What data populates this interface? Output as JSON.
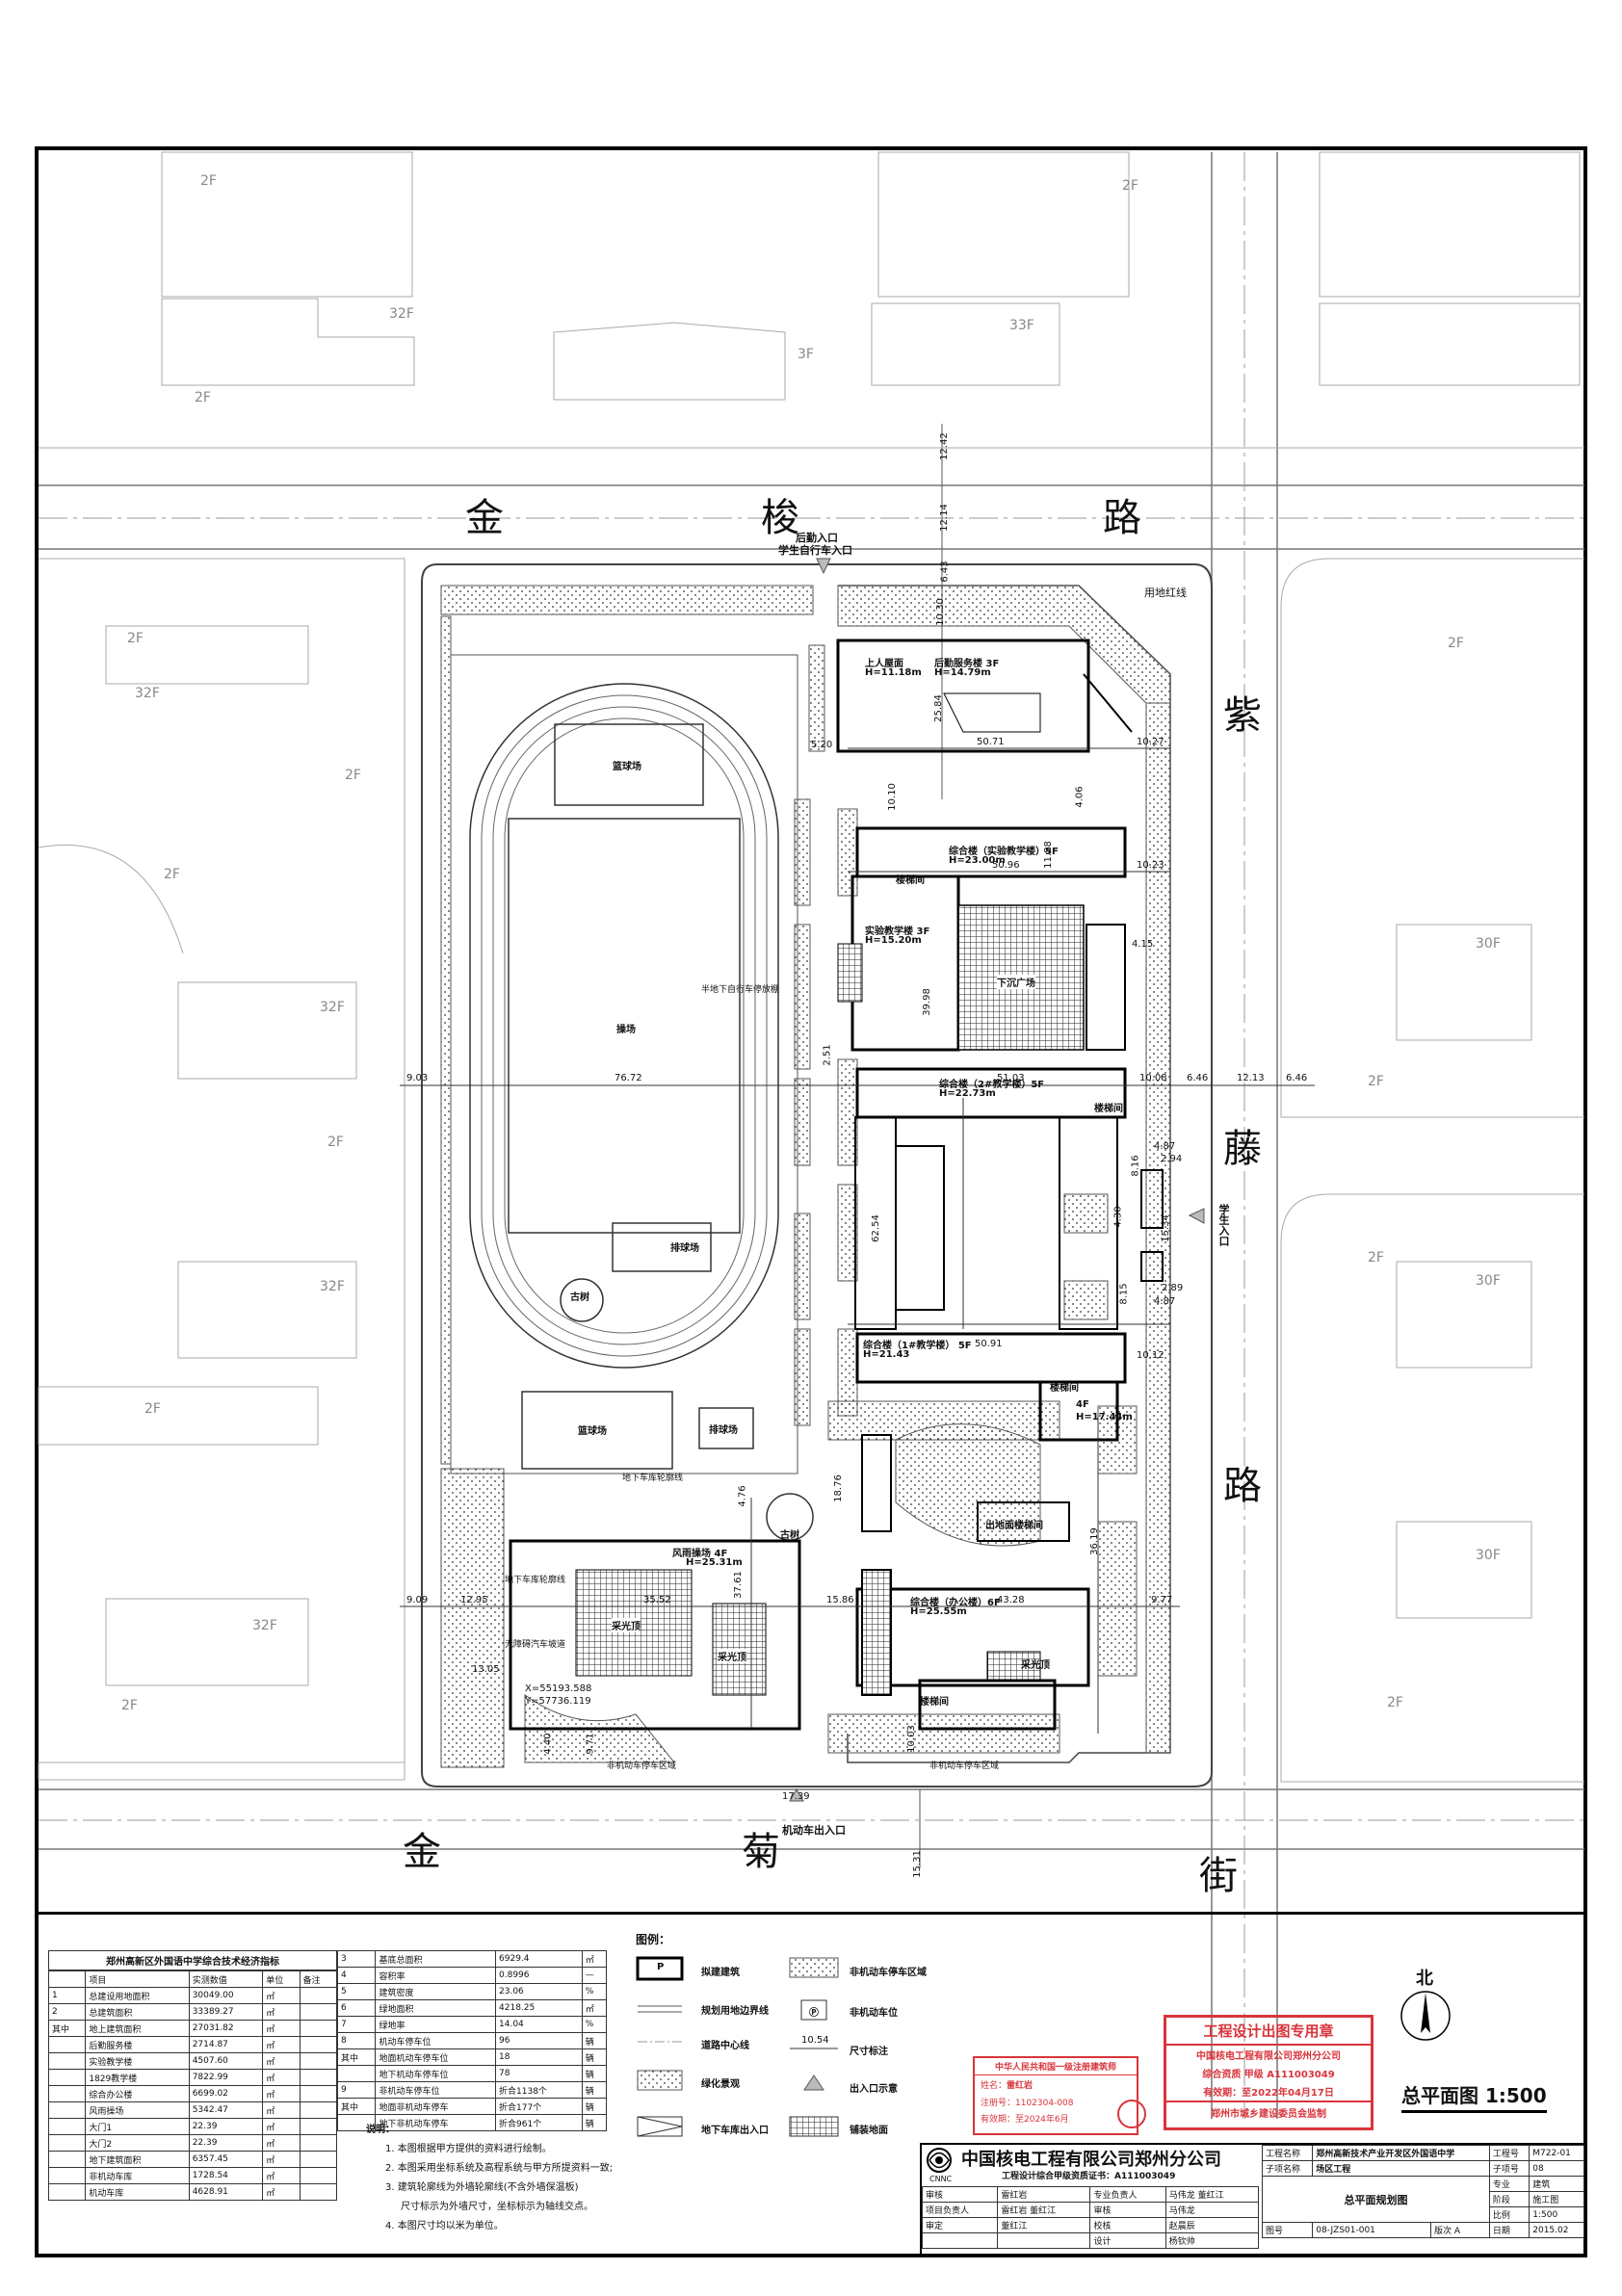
{
  "roads": {
    "north": [
      "金",
      "梭",
      "路"
    ],
    "east": [
      "紫",
      "藤",
      "路"
    ],
    "south": [
      "金",
      "菊",
      "街"
    ]
  },
  "entrances": {
    "north": [
      "后勤入口",
      "学生自行车入口"
    ],
    "east": "学生入口",
    "south": "机动车出入口"
  },
  "red_line_label": "用地红线",
  "neighbor_floors": [
    "2F",
    "2F",
    "32F",
    "3F",
    "33F",
    "2F",
    "32F",
    "2F",
    "2F",
    "32F",
    "2F",
    "32F",
    "2F",
    "2F",
    "32F",
    "2F",
    "2F",
    "30F",
    "2F",
    "2F",
    "30F",
    "30F",
    "2F"
  ],
  "buildings": {
    "logistics": {
      "name": "后勤服务楼 3F",
      "height": "H=14.79m",
      "roof": "上人屋面",
      "roof_h": "H=11.18m"
    },
    "lab_complex": {
      "name": "综合楼（实验教学楼）5F",
      "height": "H=23.00m",
      "stair": "楼梯间"
    },
    "lab_3f": {
      "name": "实验教学楼 3F",
      "height": "H=15.20m"
    },
    "sunken": "下沉广场",
    "teach2": {
      "name": "综合楼（2#教学楼）5F",
      "height": "H=22.73m",
      "stair": "楼梯间"
    },
    "teach1": {
      "name": "综合楼（1#教学楼） 5F",
      "height": "H=21.43",
      "stair": "楼梯间"
    },
    "stair_4f": {
      "name": "4F",
      "height": "H=17.44m"
    },
    "outdoor_stair": "出地面楼梯间",
    "office": {
      "name": "综合楼（办公楼）6F",
      "height": "H=25.55m",
      "stair": "楼梯间",
      "skylight": "采光顶"
    },
    "rain_hall": {
      "name": "风雨操场 4F",
      "height": "H=25.31m"
    },
    "skylight1": "采光顶",
    "skylight2": "采光顶"
  },
  "sports": {
    "basketball1": "篮球场",
    "field": "操场",
    "volleyball1": "排球场",
    "tree1": "古树",
    "basketball2": "篮球场",
    "volleyball2": "排球场",
    "tree2": "古树"
  },
  "notes_on_plan": {
    "bike_shed": "半地下自行车停放棚",
    "garage_line1": "地下车库轮廓线",
    "garage_line2": "地下车库轮廓线",
    "ramp": "无障碍汽车坡道",
    "coord_x": "X=55193.588",
    "coord_y": "Y=57736.119",
    "parking_north": "非机动车停车区域",
    "parking_south": "非机动车停车区域"
  },
  "dims": {
    "d1242": "12.42",
    "d1214": "12.14",
    "d643": "6.43",
    "d1030": "10.30",
    "d520": "5.20",
    "d2584": "25.84",
    "d5071": "50.71",
    "d1027": "10.27",
    "d1010": "10.10",
    "d406": "4.06",
    "d1188": "11.88",
    "d5096": "50.96",
    "d1023": "10.23",
    "d415": "4.15",
    "d3998": "39.98",
    "d251": "2.51",
    "d903": "9.03",
    "d7672": "76.72",
    "d5103": "51.03",
    "d1008": "10.08",
    "d646a": "6.46",
    "d1213": "12.13",
    "d646b": "6.46",
    "d487a": "4.87",
    "d294": "2.94",
    "d816": "8.16",
    "d430": "4.30",
    "d1534": "15.34",
    "d6254": "62.54",
    "d815": "8.15",
    "d289": "2.89",
    "d487b": "4.87",
    "d5091": "50.91",
    "d1012": "10.12",
    "d1876": "18.76",
    "d476": "4.76",
    "d3619": "36.19",
    "d909": "9.09",
    "d1295": "12.95",
    "d3761": "37.61",
    "d3552": "35.52",
    "d1586": "15.86",
    "d4328": "43.28",
    "d977": "9.77",
    "d1305": "13.05",
    "d440": "4.40",
    "d971": "9.71",
    "d1003": "10.03",
    "d1739": "17.39",
    "d1531": "15.31"
  },
  "stats": {
    "title": "郑州高新区外国语中学综合技术经济指标",
    "headers": [
      "",
      "项目",
      "实测数值",
      "单位",
      "备注"
    ],
    "rows": [
      [
        "1",
        "总建设用地面积",
        "30049.00",
        "㎡",
        ""
      ],
      [
        "2",
        "总建筑面积",
        "33389.27",
        "㎡",
        ""
      ],
      [
        "其中",
        "地上建筑面积",
        "27031.82",
        "㎡",
        ""
      ],
      [
        "",
        "后勤服务楼",
        "2714.87",
        "㎡",
        ""
      ],
      [
        "",
        "实验教学楼",
        "4507.60",
        "㎡",
        ""
      ],
      [
        "",
        "1829教学楼",
        "7822.99",
        "㎡",
        ""
      ],
      [
        "",
        "综合办公楼",
        "6699.02",
        "㎡",
        ""
      ],
      [
        "",
        "风雨操场",
        "5342.47",
        "㎡",
        ""
      ],
      [
        "",
        "大门1",
        "22.39",
        "㎡",
        ""
      ],
      [
        "",
        "大门2",
        "22.39",
        "㎡",
        ""
      ],
      [
        "",
        "地下建筑面积",
        "6357.45",
        "㎡",
        ""
      ],
      [
        "",
        "非机动车库",
        "1728.54",
        "㎡",
        ""
      ],
      [
        "",
        "机动车库",
        "4628.91",
        "㎡",
        ""
      ]
    ],
    "rows2": [
      [
        "3",
        "基底总面积",
        "6929.4",
        "㎡"
      ],
      [
        "4",
        "容积率",
        "0.8996",
        "—"
      ],
      [
        "5",
        "建筑密度",
        "23.06",
        "%"
      ],
      [
        "6",
        "绿地面积",
        "4218.25",
        "㎡"
      ],
      [
        "7",
        "绿地率",
        "14.04",
        "%"
      ],
      [
        "8",
        "机动车停车位",
        "96",
        "辆"
      ],
      [
        "其中",
        "地面机动车停车位",
        "18",
        "辆"
      ],
      [
        "",
        "地下机动车停车位",
        "78",
        "辆"
      ],
      [
        "9",
        "非机动车停车位",
        "折合1138个",
        "辆"
      ],
      [
        "其中",
        "地面非机动车停车",
        "折合177个",
        "辆"
      ],
      [
        "",
        "地下非机动车停车",
        "折合961个",
        "辆"
      ]
    ]
  },
  "notes": {
    "title": "说明：",
    "items": [
      "1. 本图根据甲方提供的资料进行绘制。",
      "2. 本图采用坐标系统及高程系统与甲方所提资料一致;",
      "3. 建筑轮廓线为外墙轮廓线(不含外墙保温板)",
      "尺寸标示为外墙尺寸，坐标标示为轴线交点。",
      "4. 本图尺寸均以米为单位。"
    ]
  },
  "legend": {
    "title": "图例：",
    "items": [
      "拟建建筑",
      "规划用地边界线",
      "道路中心线",
      "绿化景观",
      "地下车库出入口",
      "非机动车停车区域",
      "非机动车位",
      "10.54",
      "尺寸标注",
      "出入口示意",
      "铺装地面"
    ],
    "icon_1": "P",
    "icon_2": "Ⓟ"
  },
  "north": "北",
  "scale_title": "总平面图 1:500",
  "stamp_design": {
    "title": "工程设计出图专用章",
    "line1": "中国核电工程有限公司郑州分公司",
    "line2": "综合资质  甲级  A111003049",
    "line3": "有效期：至2022年04月17日",
    "line4": "郑州市城乡建设委员会监制"
  },
  "stamp_architect": {
    "title": "中华人民共和国一级注册建筑师",
    "name_label": "姓名：",
    "name": "雷红岩",
    "cert": "注册号：1102304-008",
    "valid": "有效期：至2024年6月"
  },
  "title_block": {
    "company": "中国核电工程有限公司郑州分公司",
    "cnnc": "CNNC",
    "cert": "工程设计综合甲级资质证书：A111003049",
    "project_label": "工程名称",
    "project": "郑州高新技术产业开发区外国语中学",
    "sub_label": "子项名称",
    "sub": "场区工程",
    "drawing": "总平面规划图",
    "project_no_label": "工程号",
    "project_no": "M722-01",
    "sub_no_label": "子项号",
    "sub_no": "08",
    "stage_label": "专业",
    "stage": "建筑",
    "phase_label": "阶段",
    "phase": "施工图",
    "scale_label": "比例",
    "scale": "1:500",
    "date_label": "日期",
    "date": "2015.02",
    "drawing_no_label": "图号",
    "drawing_no": "08-JZS01-001",
    "version_label": "版次",
    "version": "A",
    "roles": [
      "审核",
      "审定",
      "项目负责人",
      "专业负责人",
      "审核",
      "校核",
      "设计"
    ],
    "names": [
      "雷红岩",
      "董红江",
      "雷红岩 董红江",
      "马伟龙 董红江",
      "马伟龙",
      "赵晨辰",
      "杨钦帅"
    ]
  }
}
